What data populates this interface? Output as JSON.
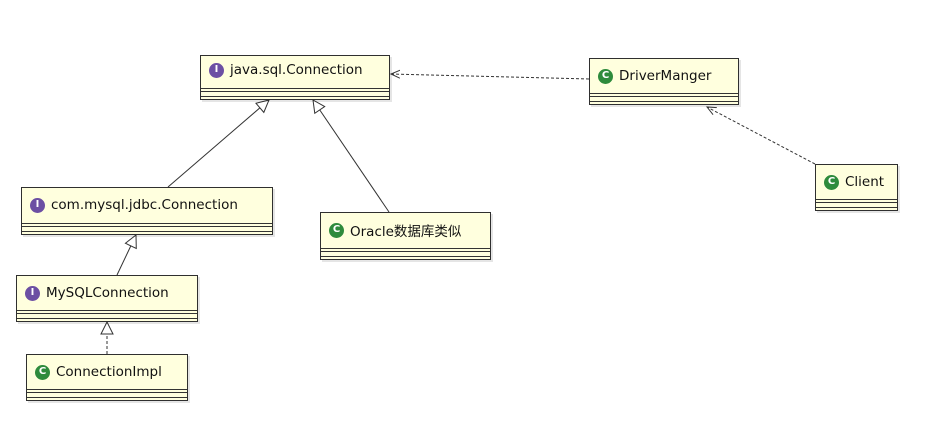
{
  "colors": {
    "box_fill": "#ffffde",
    "interface_badge": "#6c4fa3",
    "class_badge": "#2e8b3c"
  },
  "nodes": {
    "java_sql_connection": {
      "label": "java.sql.Connection",
      "kind": "interface",
      "icon": "interface-icon",
      "badge": "I"
    },
    "driver_manger": {
      "label": "DriverManger",
      "kind": "class",
      "icon": "class-icon",
      "badge": "C"
    },
    "client": {
      "label": "Client",
      "kind": "class",
      "icon": "class-icon",
      "badge": "C"
    },
    "com_mysql_jdbc_connection": {
      "label": "com.mysql.jdbc.Connection",
      "kind": "interface",
      "icon": "interface-icon",
      "badge": "I"
    },
    "oracle": {
      "label": "Oracle数据库类似",
      "kind": "class",
      "icon": "class-icon",
      "badge": "C"
    },
    "mysql_connection": {
      "label": "MySQLConnection",
      "kind": "interface",
      "icon": "interface-icon",
      "badge": "I"
    },
    "connection_impl": {
      "label": "ConnectionImpl",
      "kind": "class",
      "icon": "class-icon",
      "badge": "C"
    }
  },
  "edges": [
    {
      "from": "driver_manger",
      "to": "java_sql_connection",
      "relation": "dependency"
    },
    {
      "from": "client",
      "to": "driver_manger",
      "relation": "dependency"
    },
    {
      "from": "com_mysql_jdbc_connection",
      "to": "java_sql_connection",
      "relation": "generalization"
    },
    {
      "from": "oracle",
      "to": "java_sql_connection",
      "relation": "generalization"
    },
    {
      "from": "mysql_connection",
      "to": "com_mysql_jdbc_connection",
      "relation": "generalization"
    },
    {
      "from": "connection_impl",
      "to": "mysql_connection",
      "relation": "realization"
    }
  ]
}
